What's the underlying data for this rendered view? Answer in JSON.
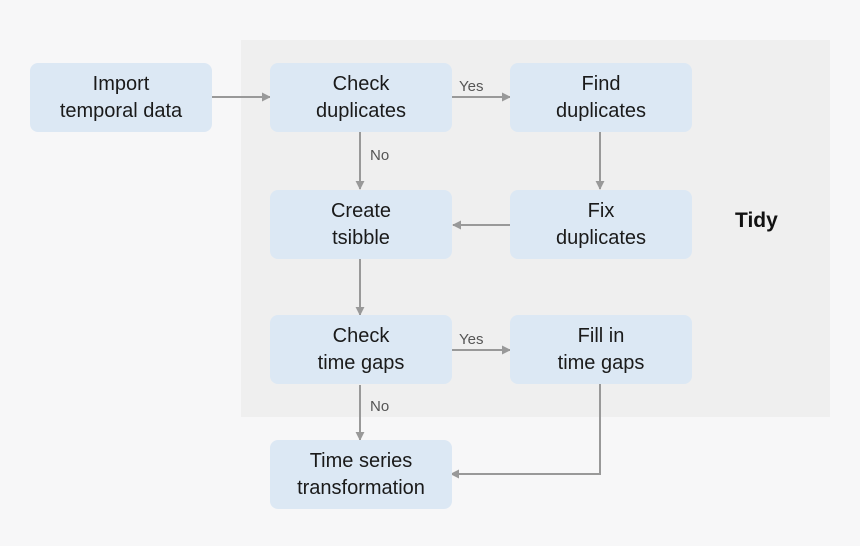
{
  "region": {
    "label": "Tidy"
  },
  "nodes": {
    "import": {
      "lines": [
        "Import",
        "temporal data"
      ]
    },
    "check_dup": {
      "lines": [
        "Check",
        "duplicates"
      ]
    },
    "find_dup": {
      "lines": [
        "Find",
        "duplicates"
      ]
    },
    "create_ts": {
      "lines": [
        "Create",
        "tsibble"
      ]
    },
    "fix_dup": {
      "lines": [
        "Fix",
        "duplicates"
      ]
    },
    "check_gaps": {
      "lines": [
        "Check",
        "time gaps"
      ]
    },
    "fill_gaps": {
      "lines": [
        "Fill in",
        "time gaps"
      ]
    },
    "transform": {
      "lines": [
        "Time series",
        "transformation"
      ]
    }
  },
  "edges": {
    "dup_yes": "Yes",
    "dup_no": "No",
    "gaps_yes": "Yes",
    "gaps_no": "No"
  },
  "colors": {
    "node_fill": "#dce8f4",
    "region_fill": "#efefef",
    "arrow": "#999999"
  }
}
